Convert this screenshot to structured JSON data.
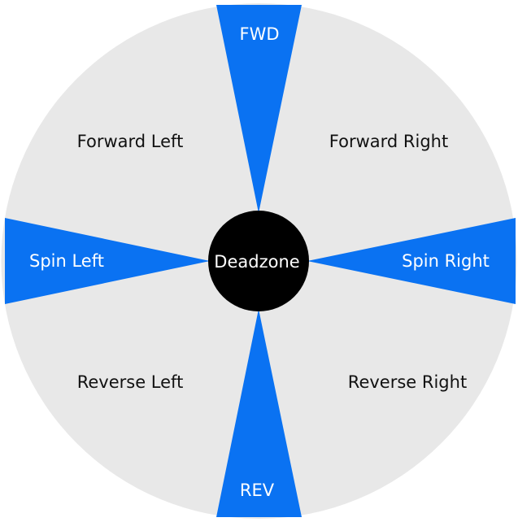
{
  "colors": {
    "background": "#ffffff",
    "disc": "#e8e8e8",
    "pure_direction": "#0a72f2",
    "deadzone": "#000000"
  },
  "zones": {
    "fwd": "FWD",
    "rev": "REV",
    "spin_left": "Spin Left",
    "spin_right": "Spin Right",
    "forward_left": "Forward Left",
    "forward_right": "Forward Right",
    "reverse_left": "Reverse Left",
    "reverse_right": "Reverse Right",
    "deadzone": "Deadzone"
  }
}
